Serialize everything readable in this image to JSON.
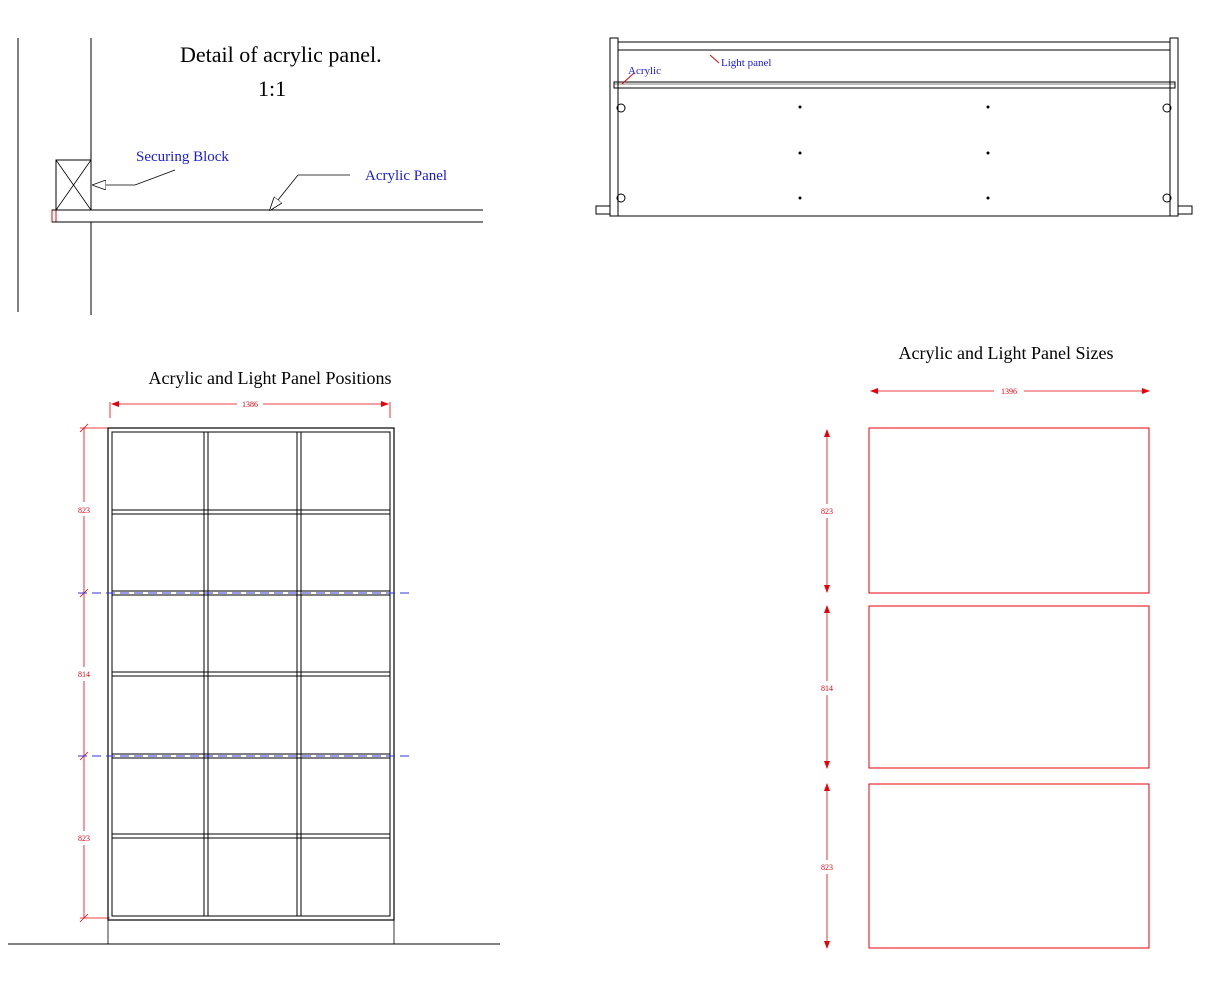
{
  "detail": {
    "title": "Detail of acrylic panel.",
    "scale": "1:1",
    "securing_block_label": "Securing Block",
    "acrylic_panel_label": "Acrylic Panel"
  },
  "side_view": {
    "acrylic_label": "Acrylic",
    "light_panel_label": "Light panel"
  },
  "positions": {
    "title": "Acrylic and Light Panel Positions",
    "width_dim": "1386",
    "height_dims": [
      "823",
      "814",
      "823"
    ]
  },
  "sizes": {
    "title": "Acrylic and Light Panel Sizes",
    "width_dim": "1396",
    "height_dims": [
      "823",
      "814",
      "823"
    ]
  },
  "colors": {
    "line": "#000000",
    "dimension": "#e8000b",
    "label": "#1a1adc",
    "guide": "#3333dd"
  }
}
